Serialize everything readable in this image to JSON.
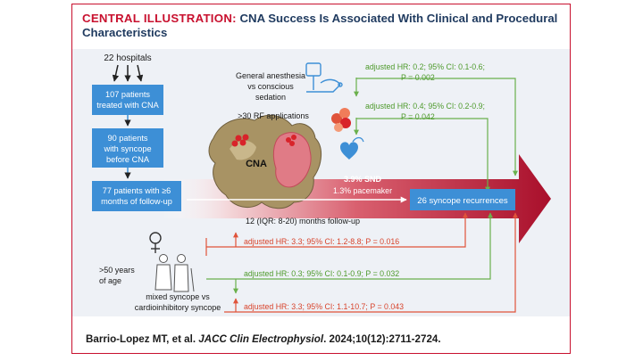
{
  "header": {
    "title_lead": "CENTRAL ILLUSTRATION:",
    "title_rest": "CNA Success Is Associated With Clinical and Procedural Characteristics"
  },
  "flow": {
    "hospitals": "22 hospitals",
    "box1": [
      "107 patients",
      "treated with CNA"
    ],
    "box2": [
      "90 patients",
      "with syncope",
      "before CNA"
    ],
    "box3": [
      "77 patients with ≥6",
      "months of follow-up"
    ]
  },
  "heart_label": "CNA",
  "procedure": {
    "anesthesia": [
      "General anesthesia",
      "vs conscious",
      "sedation"
    ],
    "rf": ">30 RF applications"
  },
  "arrow": {
    "snd": "3.9% SND",
    "pacemaker": "1.3% pacemaker",
    "followup": "12 (IQR: 8-20) months follow-up",
    "outcome": "26 syncope recurrences"
  },
  "hazards": {
    "anesthesia": [
      "adjusted HR: 0.2; 95% CI: 0.1-0.6;",
      "P = 0.002"
    ],
    "rf": [
      "adjusted HR: 0.4; 95% CI: 0.2-0.9;",
      "P = 0.042"
    ],
    "female": "adjusted HR: 3.3; 95% CI: 1.2-8.8; P = 0.016",
    "age": "adjusted HR: 0.3; 95% CI: 0.1-0.9; P = 0.032",
    "mixed": "adjusted HR: 3.3; 95% CI: 1.1-10.7; P = 0.043"
  },
  "patient": {
    "age": [
      ">50 years",
      "of age"
    ],
    "syncope": [
      "mixed syncope vs",
      "cardioinhibitory syncope"
    ]
  },
  "citation": {
    "authors": "Barrio-Lopez MT, et al. ",
    "journal": "JACC Clin Electrophysiol",
    "details": ". 2024;10(12):2711-2724."
  },
  "colors": {
    "accent_red": "#c8102e",
    "box_blue": "#3d8fd6",
    "line_green": "#6ab04c",
    "line_red": "#e0533a",
    "arrow_dark": "#b0102c"
  }
}
